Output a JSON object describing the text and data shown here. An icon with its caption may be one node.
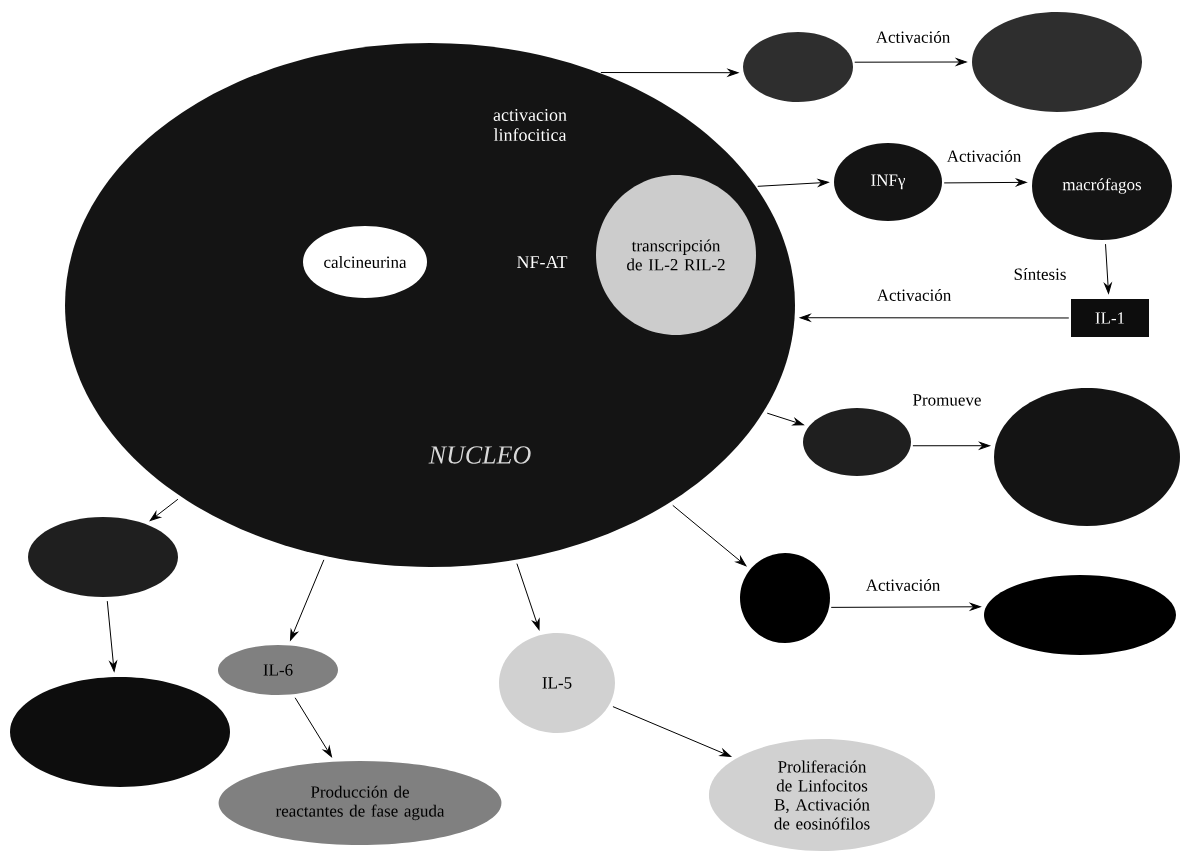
{
  "diagram": {
    "nodes": [
      {
        "text": [
          "activacion linfocitica",
          "NF-AT",
          "NUCLEO"
        ]
      },
      {
        "text": [
          "calcineurina"
        ],
        "in": 0
      },
      {
        "text": [
          "transcripción de IL-2 RIL-2"
        ],
        "in": 0
      },
      {
        "text": [],
        "shape": "ellipse"
      },
      {
        "text": [],
        "shape": "ellipse"
      },
      {
        "text": [
          "INFγ"
        ]
      },
      {
        "text": [
          "macrófagos"
        ]
      },
      {
        "text": [
          "IL-1"
        ]
      },
      {
        "text": [],
        "shape": "ellipse"
      },
      {
        "text": [],
        "shape": "ellipse"
      },
      {
        "text": [],
        "shape": "circle"
      },
      {
        "text": [],
        "shape": "ellipse"
      },
      {
        "text": [],
        "shape": "ellipse"
      },
      {
        "text": [
          "IL-6"
        ]
      },
      {
        "text": [],
        "shape": "ellipse"
      },
      {
        "text": [
          "Producción de reactantes de fase aguda"
        ]
      },
      {
        "text": [
          "IL-5"
        ]
      },
      {
        "text": [
          "Proliferación de Linfocitos B, Activación de eosinófilos"
        ]
      }
    ],
    "edges": [
      {
        "from": 0,
        "to": 3,
        "arrow": "to"
      },
      {
        "from": 3,
        "to": 4,
        "arrow": "to",
        "label": "Activación"
      },
      {
        "from": 0,
        "to": 5,
        "arrow": "to"
      },
      {
        "from": 5,
        "to": 6,
        "arrow": "to",
        "label": "Activación"
      },
      {
        "from": 6,
        "to": 7,
        "arrow": "to",
        "label": "Síntesis"
      },
      {
        "from": 7,
        "to": 0,
        "arrow": "to",
        "label": "Activación"
      },
      {
        "from": 0,
        "to": 8,
        "arrow": "to"
      },
      {
        "from": 8,
        "to": 9,
        "arrow": "to",
        "label": "Promueve"
      },
      {
        "from": 0,
        "to": 10,
        "arrow": "to"
      },
      {
        "from": 10,
        "to": 11,
        "arrow": "to",
        "label": "Activación"
      },
      {
        "from": 0,
        "to": 12,
        "arrow": "to"
      },
      {
        "from": 12,
        "to": 14,
        "arrow": "to"
      },
      {
        "from": 0,
        "to": 13,
        "arrow": "to"
      },
      {
        "from": 13,
        "to": 15,
        "arrow": "to"
      },
      {
        "from": 0,
        "to": 16,
        "arrow": "to"
      },
      {
        "from": 16,
        "to": 17,
        "arrow": "to"
      }
    ]
  }
}
